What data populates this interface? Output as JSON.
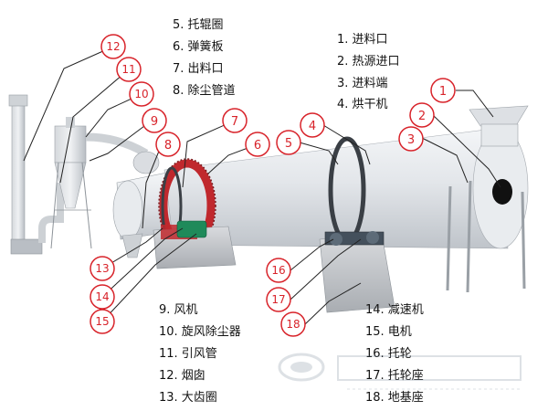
{
  "legend": [
    {
      "num": 1,
      "text": "1. 进料口"
    },
    {
      "num": 2,
      "text": "2. 热源进口"
    },
    {
      "num": 3,
      "text": "3. 进料端"
    },
    {
      "num": 4,
      "text": "4. 烘干机"
    },
    {
      "num": 5,
      "text": "5. 托辊圈"
    },
    {
      "num": 6,
      "text": "6. 弹簧板"
    },
    {
      "num": 7,
      "text": "7. 出料口"
    },
    {
      "num": 8,
      "text": "8. 除尘管道"
    },
    {
      "num": 9,
      "text": "9. 风机"
    },
    {
      "num": 10,
      "text": "10. 旋风除尘器"
    },
    {
      "num": 11,
      "text": "11. 引风管"
    },
    {
      "num": 12,
      "text": "12. 烟囱"
    },
    {
      "num": 13,
      "text": "13. 大齿圈"
    },
    {
      "num": 14,
      "text": "14. 减速机"
    },
    {
      "num": 15,
      "text": "15. 电机"
    },
    {
      "num": 16,
      "text": "16. 托轮"
    },
    {
      "num": 17,
      "text": "17. 托轮座"
    },
    {
      "num": 18,
      "text": "18. 地基座"
    }
  ],
  "markers": [
    "1",
    "2",
    "3",
    "4",
    "5",
    "6",
    "7",
    "8",
    "9",
    "10",
    "11",
    "12",
    "13",
    "14",
    "15",
    "16",
    "17",
    "18"
  ],
  "colors": {
    "marker": "#d8232a",
    "leader": "#222222",
    "drum": "#e6e9ed",
    "gear": "#c0282d",
    "motor": "#1f8a5a",
    "base": "#c9ccd0"
  }
}
